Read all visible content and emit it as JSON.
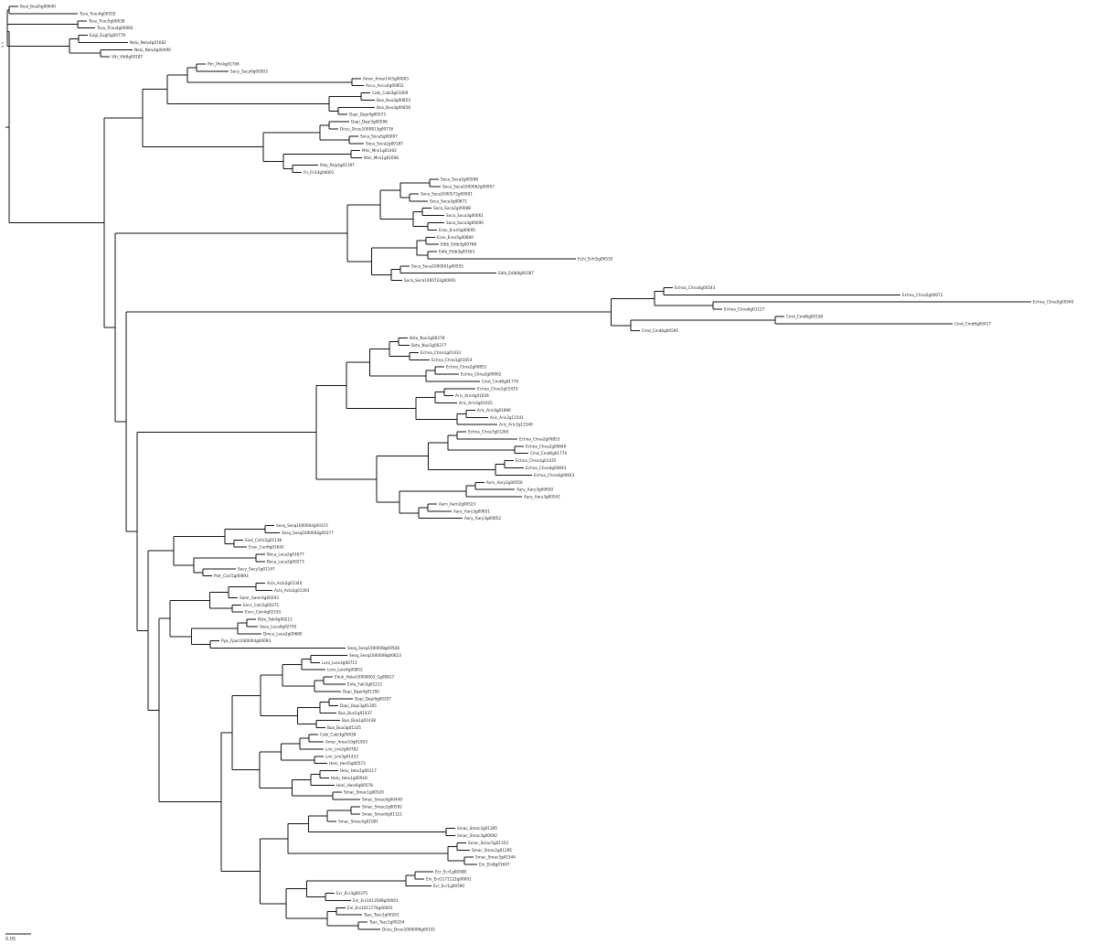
{
  "tree": {
    "root_label": "0.3",
    "scale_bar_label": "0.05",
    "tips": [
      "Bval_Bval5g00640",
      "Tcou_Tcou4g00555",
      "Tcou_Tcou5g00638",
      "Tcou_Tcou4g00660",
      "Eugl_Eugl5g00779",
      "Nelu_Nelu4g01682",
      "Nelu_Nelu4g00490",
      "Viti_Viti6g00187",
      "Ptri_Ptri4g01706",
      "Sacy_Sacy6g00503",
      "Amar_Amar14/3g00003",
      "Ancu_Ancu4g00852",
      "Cobi_Cobi3g01009",
      "Buo_Buo3g00853",
      "Buo_Buo3g00858",
      "Dapi_Dapi4g00573",
      "Dapi_Dapi3g00596",
      "Dcou_Dcou1000813g00716",
      "Soca_Soca5g00007",
      "Soca_Soca2g00187",
      "Mini_Mini1g01402",
      "Mini_Mini1g01608",
      "Paly_Paly4g01197",
      "Fri_Fri14g00001",
      "Soca_Soca2g00568",
      "Soca_Soca1000062g00957",
      "Soca_Soca1000572g00001",
      "Soca_Soca3g00871",
      "Soca_Soca2g00088",
      "Soca_Soca3g00061",
      "Soca_Soca3g00090",
      "Eran_Eran5g00695",
      "Eran_Eran5g00800",
      "Edib_Edib3g00768",
      "Edib_Edib3g00363",
      "Echi_Echi5g00535",
      "Soca_Soca1000001g00555",
      "Edib_Edib8g00387",
      "Soca_Soca1000722g00001",
      "Echna_Chna4g00543",
      "Echna_Chna5g00072",
      "Echna_Chna5g00540",
      "Echna_Chna6g01127",
      "Cmd_Cmd6g00158",
      "Cmd_Cmd6g00417",
      "Cmd_Cmd6g00595",
      "Bsto_Nuo1g00278",
      "Bsto_Nuo1g00277",
      "Echna_Chna1g01431",
      "Echna_Chna1g01654",
      "Echna_Chna2g00851",
      "Echna_Chna2g00902",
      "Cmd_Cmd6g01779",
      "Echna_Chna1g01433",
      "Aric_Aric4g01626",
      "Aric_Aric4g01025",
      "Aric_Aric4g01896",
      "Aric_Aric2g11541",
      "Aric_Aric2g11549",
      "Echna_Chna7g01265",
      "Echna_Chna2g00853",
      "Echna_Chna2g00649",
      "Cmd_Cmd6g01774",
      "Echna_Chna1g01435",
      "Echna_Chna4g00643",
      "Echna_Chna4g00643",
      "Asrn_Aary2g00556",
      "Aary_Aary3g00650",
      "Aary_Aary3g00541",
      "Aarn_Aarn2g00523",
      "Aary_Aary3g00651",
      "Aary_Aary3g00652",
      "Sesq_Sesq1000004g00372",
      "Sesq_Sesq1000004g00377",
      "Sisd_Cichr2g01136",
      "Eran_Ceri6g01642",
      "Boca_Loca2g01677",
      "Boca_Loca2g00273",
      "Sacy_Sacy1g01147",
      "Pstr_Cacl1g00893",
      "Acla_Acla2g01340",
      "Acla_Acla2g01393",
      "Samr_Samr4g00293",
      "Enrn_Cotr2g00271",
      "Enrn_Cotr4g02193",
      "Bsto_Tatr4g00211",
      "Vaca_Leca4g02745",
      "Dmca_Loca2g00680",
      "Pya_Fpas1000004g00093",
      "Sesq_Sesq1000008g00508",
      "Sesq_Sesq1000008g00623",
      "Loro_Loro3g00715",
      "Loro_Loro4g00852",
      "Ehuk_Heka10000003_1g00817",
      "Enfa_Faki3g01211",
      "Dapi_Dapi4g01350",
      "Dapi_Dapi6g00207",
      "Dapi_Dapi3g01305",
      "Buo_Buo1g01437",
      "Buo_Buo1g01438",
      "Buo_Buo3g01325",
      "Cobi_Cobi3g00438",
      "Amar_Amar10g01003",
      "Lmi_Lmi2g00782",
      "Lmi_Lmi3g01433",
      "Heni_Heni5g00573",
      "Helu_Helu1g00117",
      "Helu_Helu1g00918",
      "Heni_Heni6g00578",
      "Smac_Smac1g00520",
      "Smac_Smac4g00449",
      "Smac_Smac2g00592",
      "Smac_Smac6g01121",
      "Smac_Smac4g01091",
      "Smac_Smac3g01305",
      "Smac_Smac3g00692",
      "Smac_Smac5g01353",
      "Smac_Smac2g01295",
      "Smac_Smac3g01544",
      "Ein_Ein8g01607",
      "Ecr_Ecr1g00588",
      "Eni_Eni1171122g00001",
      "Ecr_Ecr1g00590",
      "Ecr_Ecr3g00375",
      "Eni_Eni1013589g00001",
      "Eni_Eni1011774g00001",
      "Tsac_Tsac1g00261",
      "Tsac_Tsac1g00254",
      "Dcou_Dcou1000006g00101"
    ]
  }
}
